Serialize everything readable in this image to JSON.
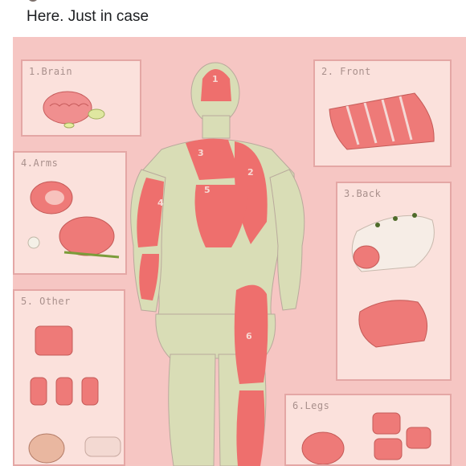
{
  "post": {
    "caption": "Here. Just in case"
  },
  "illustration": {
    "panels": [
      {
        "id": "brain",
        "label": "1.Brain"
      },
      {
        "id": "front",
        "label": "2. Front"
      },
      {
        "id": "arms",
        "label": "4.Arms"
      },
      {
        "id": "back",
        "label": "3.Back"
      },
      {
        "id": "other",
        "label": "5. Other"
      },
      {
        "id": "legs",
        "label": "6.Legs"
      }
    ],
    "region_numbers": [
      "1",
      "2",
      "3",
      "4",
      "5",
      "6"
    ],
    "colors": {
      "background": "#f6c6c3",
      "body": "#d9ddb6",
      "meat": "#ee6f6d",
      "panel": "#fbe1dc"
    }
  }
}
